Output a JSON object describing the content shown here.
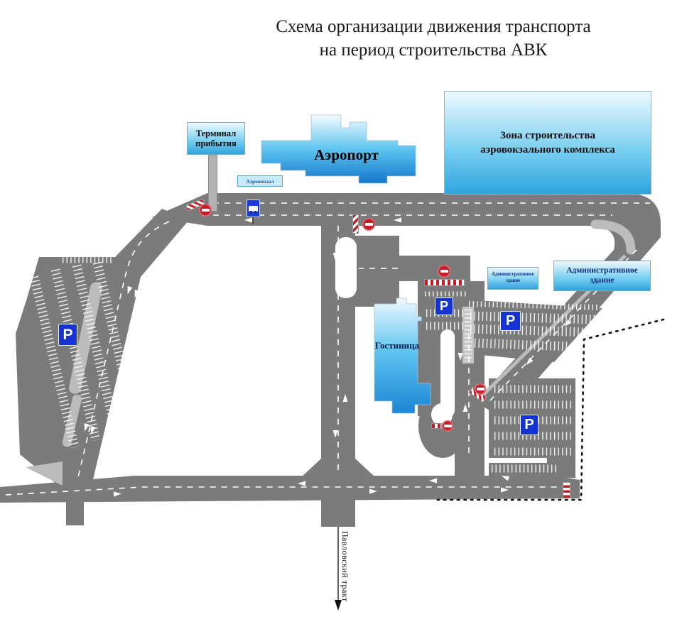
{
  "title": {
    "line1": "Схема организации движения транспорта",
    "line2": "на период строительства АВК"
  },
  "labels": {
    "terminal_sign": "Терминал прибытия",
    "airport": "Аэропорт",
    "construction_zone": "Зона строительства аэровокзального комплекса",
    "admin_building_small": "Административное здание",
    "admin_building_large": "Административное здание",
    "hotel": "Гостиница",
    "bus_stop_small_sign": "Аэровокзал",
    "bottom_road": "Павловский тракт"
  },
  "signs": {
    "parking_letter": "P",
    "no_entry_count": 5,
    "parking_sign_count": 4,
    "bus_stop_sign": "bus-stop"
  },
  "colors": {
    "road_gray": "#7b7b7b",
    "curb_light_gray": "#bcbcbc",
    "building_blue_top": "#f2fbff",
    "building_blue_bottom": "#1276cb",
    "no_entry_red": "#c1202a",
    "parking_sign_blue": "#1533d3"
  }
}
